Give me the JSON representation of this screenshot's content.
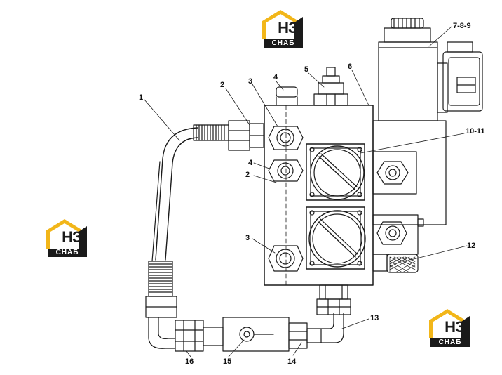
{
  "watermark": {
    "letters": "НЗ",
    "band": "СНАБ",
    "brand_color": "#f2b619",
    "dark_color": "#1a1a1a"
  },
  "callouts": {
    "c1": "1",
    "c2a": "2",
    "c2b": "2",
    "c3a": "3",
    "c3b": "3",
    "c4a": "4",
    "c4b": "4",
    "c5": "5",
    "c6": "6",
    "c789": "7-8-9",
    "c1011": "10-11",
    "c12": "12",
    "c13": "13",
    "c14": "14",
    "c15": "15",
    "c16": "16"
  }
}
